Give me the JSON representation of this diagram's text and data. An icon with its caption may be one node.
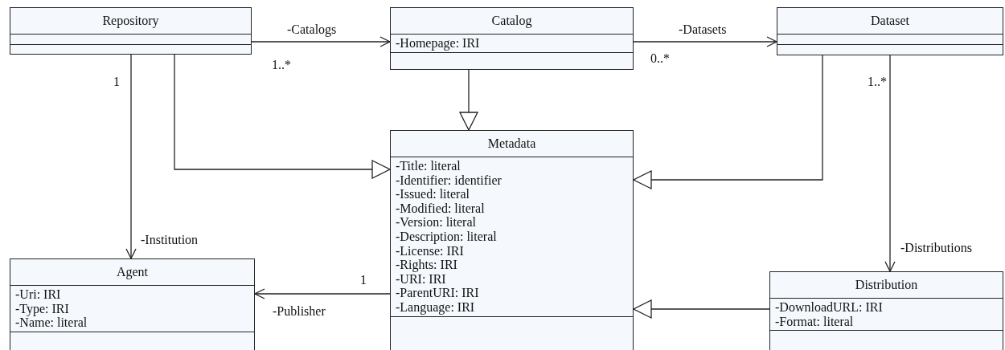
{
  "diagram": {
    "nodes": [
      {
        "text": [
          "Repository"
        ]
      },
      {
        "text": [
          "Catalog",
          "-Homepage: IRI"
        ]
      },
      {
        "text": [
          "Dataset"
        ]
      },
      {
        "text": [
          "Metadata",
          "-Title: literal",
          "-Identifier: identifier",
          "-Issued: literal",
          "-Modified: literal",
          "-Version: literal",
          "-Description: literal",
          "-License: IRI",
          "-Rights: IRI",
          "-URI: IRI",
          "-ParentURI: IRI",
          "-Language: IRI"
        ]
      },
      {
        "text": [
          "Agent",
          "-Uri: IRI",
          "-Type: IRI",
          "-Name: literal"
        ]
      },
      {
        "text": [
          "Distribution",
          "-DownloadURL: IRI",
          "-Format: literal"
        ]
      }
    ],
    "edges": [
      {
        "from": 0,
        "to": 1,
        "arrow": "to",
        "label": "-Catalogs"
      },
      {
        "from": 1,
        "to": 2,
        "arrow": "to",
        "label": "-Datasets"
      },
      {
        "from": 1,
        "to": 3,
        "arrow": "to"
      },
      {
        "from": 0,
        "to": 3,
        "arrow": "to"
      },
      {
        "from": 2,
        "to": 3,
        "arrow": "to"
      },
      {
        "from": 5,
        "to": 3,
        "arrow": "to"
      },
      {
        "from": 0,
        "to": 4,
        "arrow": "to",
        "label": "-Institution"
      },
      {
        "from": 3,
        "to": 4,
        "arrow": "to",
        "label": "-Publisher"
      },
      {
        "from": 2,
        "to": 5,
        "arrow": "to",
        "label": "-Distributions"
      }
    ],
    "labels": [
      "1..*",
      "0..*",
      "1",
      "1..*",
      "1"
    ]
  }
}
